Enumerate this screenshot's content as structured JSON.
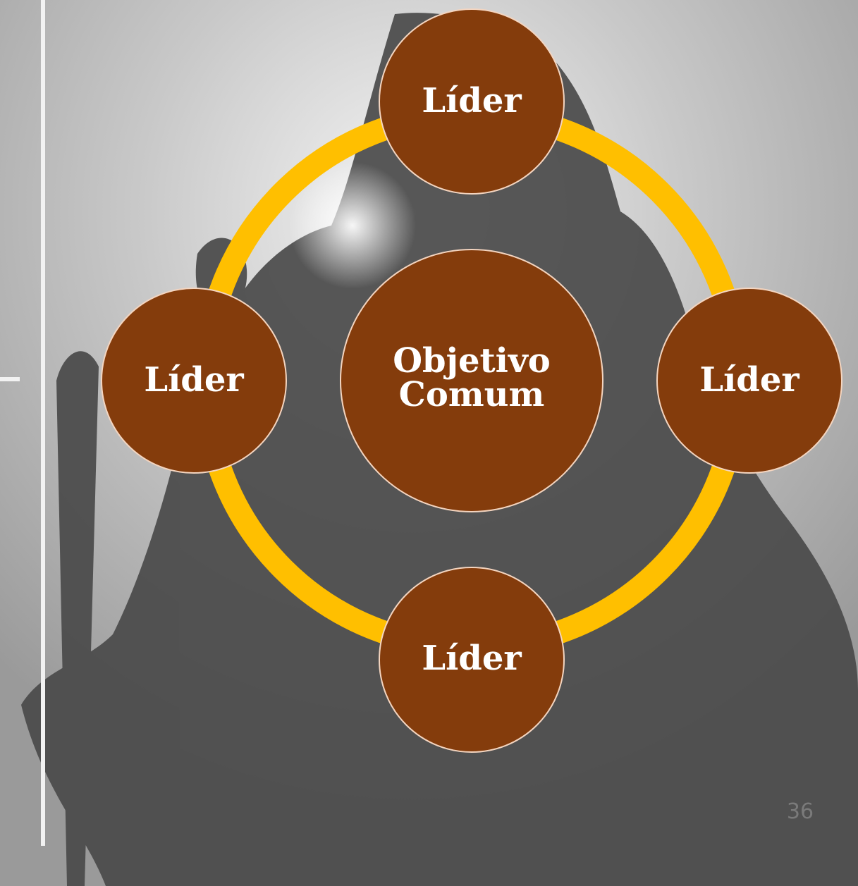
{
  "diagram": {
    "center": {
      "label_line1": "Objetivo",
      "label_line2": "Comum"
    },
    "leaders": [
      {
        "label": "Líder"
      },
      {
        "label": "Líder"
      },
      {
        "label": "Líder"
      },
      {
        "label": "Líder"
      }
    ]
  },
  "slide_number": "36",
  "colors": {
    "ring": "#FFBF00",
    "node_fill": "#843C0C",
    "node_stroke": "#F4D5C0",
    "text": "#FFFFFF",
    "accent_line": "#F2F2F2"
  }
}
